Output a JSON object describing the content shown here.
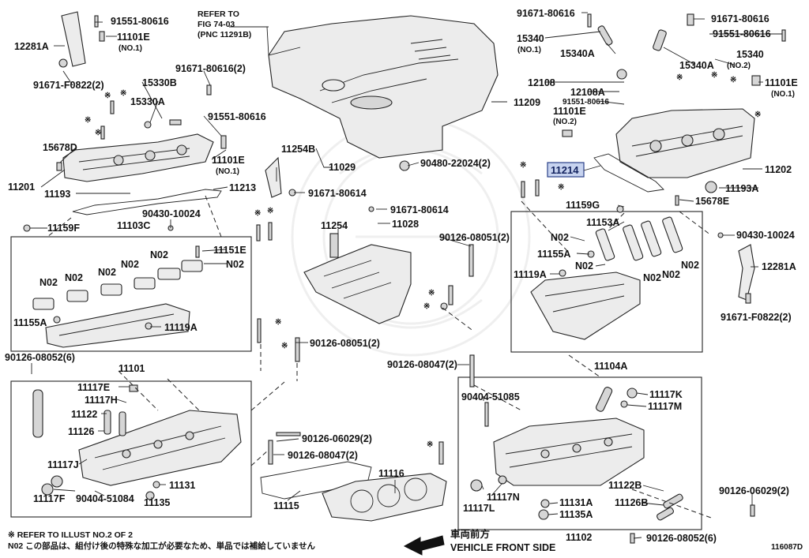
{
  "diagram_id": "116087D",
  "refer_note": [
    "REFER TO",
    "FIG 74-03",
    "(PNC 11291B)"
  ],
  "highlight": {
    "part": "11214",
    "color": "#c7d3ef"
  },
  "labels": {
    "p91551_80616_top": "91551-80616",
    "p12281A_left": "12281A",
    "p11101E_left": "11101E",
    "no1_a": "(NO.1)",
    "p91671_F0822_left": "91671-F0822(2)",
    "p91671_80616_2_left": "91671-80616(2)",
    "p15330B": "15330B",
    "p15330A": "15330A",
    "p91551_80616_mid": "91551-80616",
    "p11101E_mid": "11101E",
    "no1_b": "(NO.1)",
    "p15678D": "15678D",
    "p11201": "11201",
    "p11193": "11193",
    "p11213": "11213",
    "p90430_10024_left": "90430-10024",
    "p11159F": "11159F",
    "p11103C": "11103C",
    "p11151E": "11151E",
    "n02": "N02",
    "p11155A_left": "11155A",
    "p11119A_left": "11119A",
    "p90126_08052_6_left": "90126-08052(6)",
    "p11101": "11101",
    "p11117E": "11117E",
    "p11117H": "11117H",
    "p11122_left": "11122",
    "p11126_left": "11126",
    "p11117J": "11117J",
    "p11117F": "11117F",
    "p90404_51084": "90404-51084",
    "p11135_left": "11135",
    "p11131_left": "11131",
    "p11115": "11115",
    "p11116": "11116",
    "p11209": "11209",
    "p11254B": "11254B",
    "p11029": "11029",
    "p90480_22024": "90480-22024(2)",
    "p91671_80614_a": "91671-80614",
    "p91671_80614_b": "91671-80614",
    "p11254": "11254",
    "p11028": "11028",
    "p90126_08051_2_top": "90126-08051(2)",
    "p90126_08051_2_mid": "90126-08051(2)",
    "p90126_08047_2_a": "90126-08047(2)",
    "p90126_08047_2_b": "90126-08047(2)",
    "p90126_06029_2_a": "90126-06029(2)",
    "p90126_06029_2_b": "90126-06029(2)",
    "p90404_51085": "90404-51085",
    "p91671_80616_r1": "91671-80616",
    "p91671_80616_r2": "91671-80616",
    "p91551_80616_r": "91551-80616",
    "p15340_a": "15340",
    "no1_c": "(NO.1)",
    "p15340A_a": "15340A",
    "p15340A_b": "15340A",
    "p15340_b": "15340",
    "no2_a": "(NO.2)",
    "p12108": "12108",
    "p12108A": "12108A",
    "p91551_80616_r2": "91551-80616",
    "p11101E_r1": "11101E",
    "no2_b": "(NO.2)",
    "p11101E_r2": "11101E",
    "no1_d": "(NO.1)",
    "p11202": "11202",
    "p11193A": "11193A",
    "p15678E": "15678E",
    "p11159G": "11159G",
    "p11153A": "11153A",
    "p11155A_r": "11155A",
    "p11119A_r": "11119A",
    "p90430_10024_r": "90430-10024",
    "p12281A_r": "12281A",
    "p91671_F0822_r": "91671-F0822(2)",
    "p11104A": "11104A",
    "p11117K": "11117K",
    "p11117M": "11117M",
    "p11117L": "11117L",
    "p11117N": "11117N",
    "p11122B": "11122B",
    "p11126B": "11126B",
    "p11131A": "11131A",
    "p11135A": "11135A",
    "p11102": "11102",
    "p90126_08052_6_r": "90126-08052(6)",
    "front_jp": "車両前方",
    "front_en": "VEHICLE FRONT SIDE"
  },
  "notes": {
    "refer": "※ REFER TO ILLUST NO.2 OF 2",
    "n02": "N02 この部品は、組付け後の特殊な加工が必要なため、単品では補給していません"
  },
  "symbols": {
    "ref_mark": "※"
  }
}
